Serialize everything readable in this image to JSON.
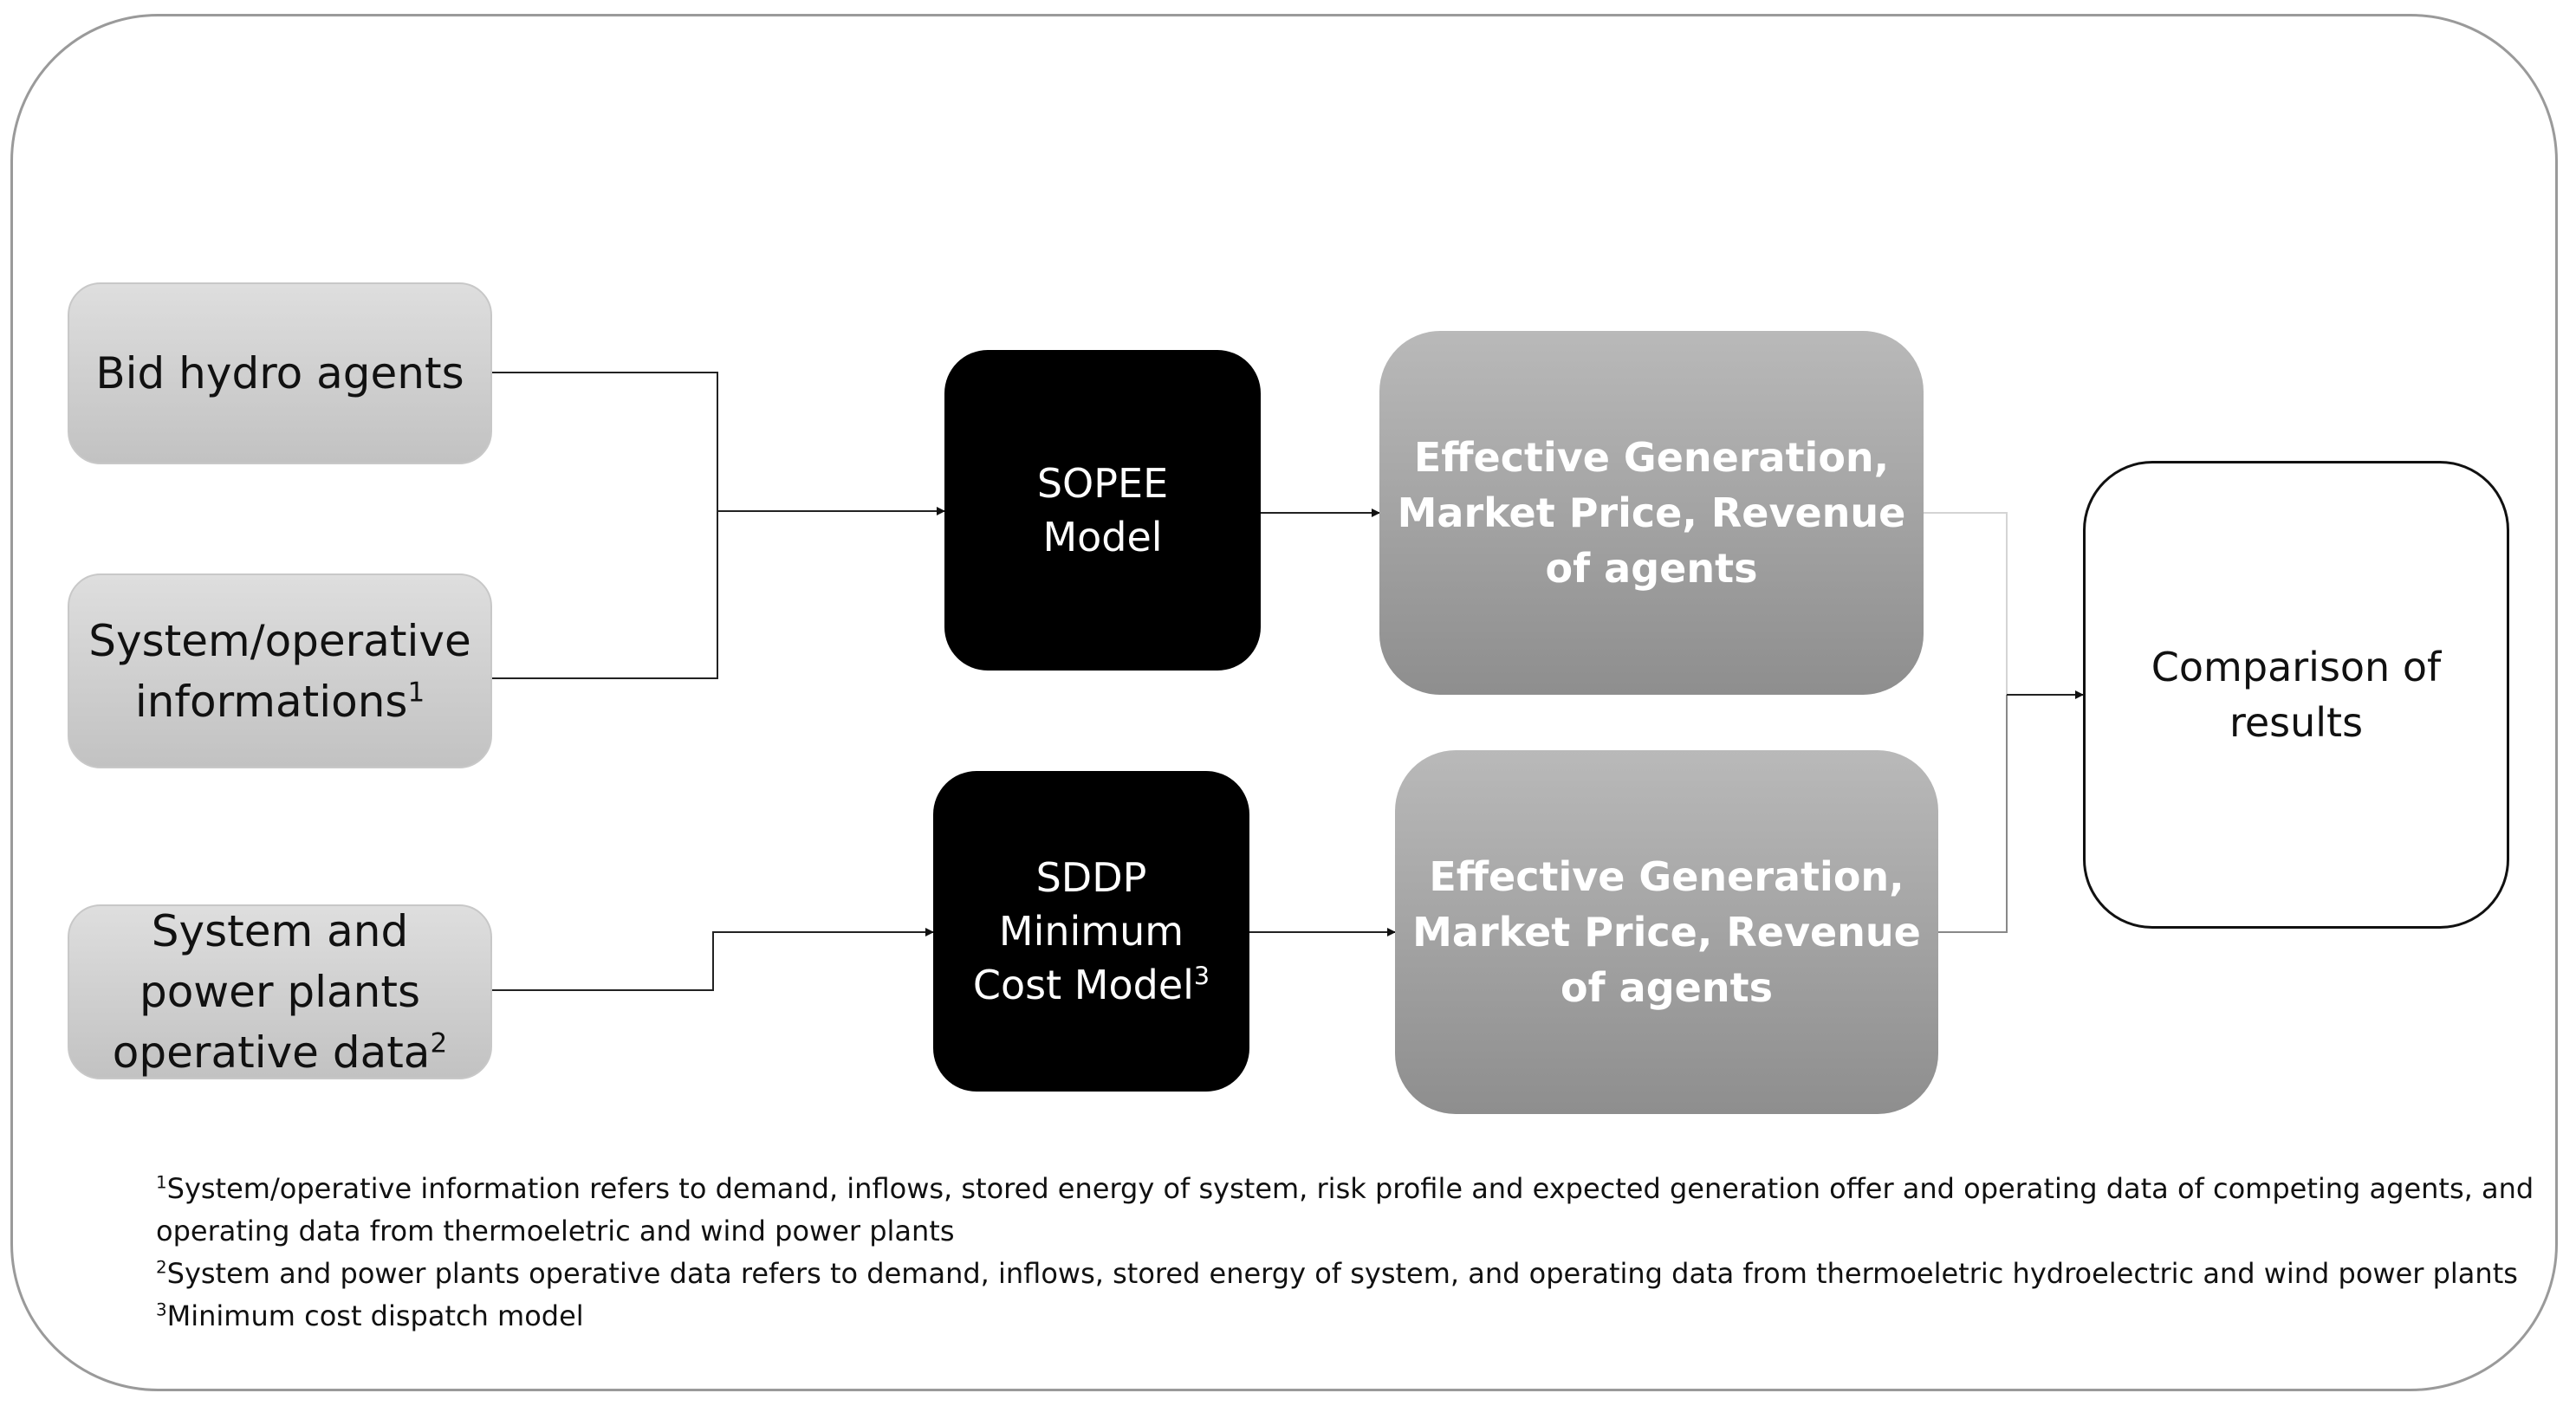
{
  "inputs": {
    "bid_hydro_agents": "Bid hydro agents",
    "system_operative": {
      "text": "System/operative\ninformations",
      "ref": "1"
    },
    "system_power_plants": {
      "text": "System and\npower plants\noperative data",
      "ref": "2"
    }
  },
  "models": {
    "sopee": "SOPEE\nModel",
    "sddp": {
      "text": "SDDP\nMinimum\nCost Model",
      "ref": "3"
    }
  },
  "outputs": {
    "top": "Effective Generation,\nMarket Price, Revenue\nof agents",
    "bottom": "Effective Generation,\nMarket Price, Revenue\nof agents"
  },
  "result": "Comparison of\nresults",
  "footnotes": [
    {
      "ref": "1",
      "text": "System/operative information refers to demand, inflows, stored energy of system, risk profile and expected generation offer and operating data of competing agents, and  operating data from thermoeletric and wind power plants"
    },
    {
      "ref": "2",
      "text": "System and power plants operative data refers to demand, inflows, stored energy of system, and operating data from thermoeletric hydroelectric and wind power plants"
    },
    {
      "ref": "3",
      "text": "Minimum cost dispatch model"
    }
  ]
}
